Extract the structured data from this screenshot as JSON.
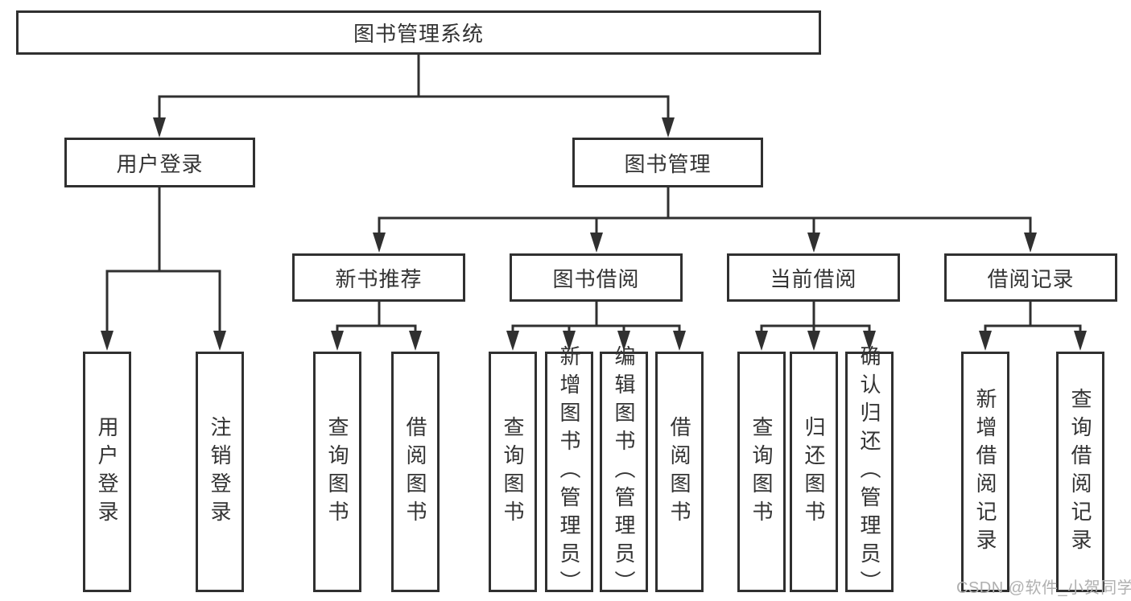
{
  "diagram": {
    "root": {
      "label": "图书管理系统"
    },
    "branches": [
      {
        "label": "用户登录",
        "children": [
          {
            "label": "用户登录"
          },
          {
            "label": "注销登录"
          }
        ]
      },
      {
        "label": "图书管理",
        "children": [
          {
            "label": "新书推荐",
            "children": [
              {
                "label": "查询图书"
              },
              {
                "label": "借阅图书"
              }
            ]
          },
          {
            "label": "图书借阅",
            "children": [
              {
                "label": "查询图书"
              },
              {
                "label": "新增图书（管理员）"
              },
              {
                "label": "编辑图书（管理员）"
              },
              {
                "label": "借阅图书"
              }
            ]
          },
          {
            "label": "当前借阅",
            "children": [
              {
                "label": "查询图书"
              },
              {
                "label": "归还图书"
              },
              {
                "label": "确认归还（管理员）"
              }
            ]
          },
          {
            "label": "借阅记录",
            "children": [
              {
                "label": "新增借阅记录"
              },
              {
                "label": "查询借阅记录"
              }
            ]
          }
        ]
      }
    ]
  },
  "watermark": "CSDN @软件_小贺同学",
  "colors": {
    "line": "#303030",
    "text": "#333333",
    "watermark": "#b0b0b0",
    "background": "#ffffff"
  }
}
